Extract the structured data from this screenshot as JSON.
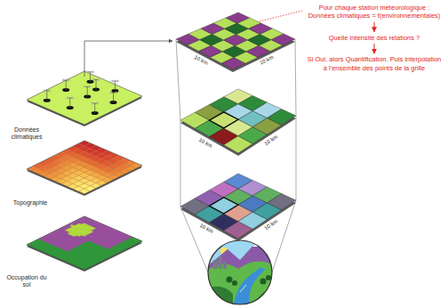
{
  "diagram": {
    "nodes": [
      {
        "text": [
          "Pour chaque station météorologique : Données climatiques = f(environnementales)"
        ]
      },
      {
        "text": [
          "Quelle intensité des relations ?"
        ]
      },
      {
        "text": [
          "Si Oui, alors Quantification. Puis interpolation à l'ensemble des points de la grille"
        ]
      }
    ],
    "edges": [
      {
        "from": 0,
        "to": 1,
        "arrow": "to"
      },
      {
        "from": 1,
        "to": 2,
        "arrow": "to"
      }
    ],
    "labels": [
      "Données climatiques",
      "Topographie",
      "Occupation du sol",
      "10 km",
      "10 km",
      "10 km",
      "10 km",
      "10 km",
      "10 km"
    ]
  }
}
